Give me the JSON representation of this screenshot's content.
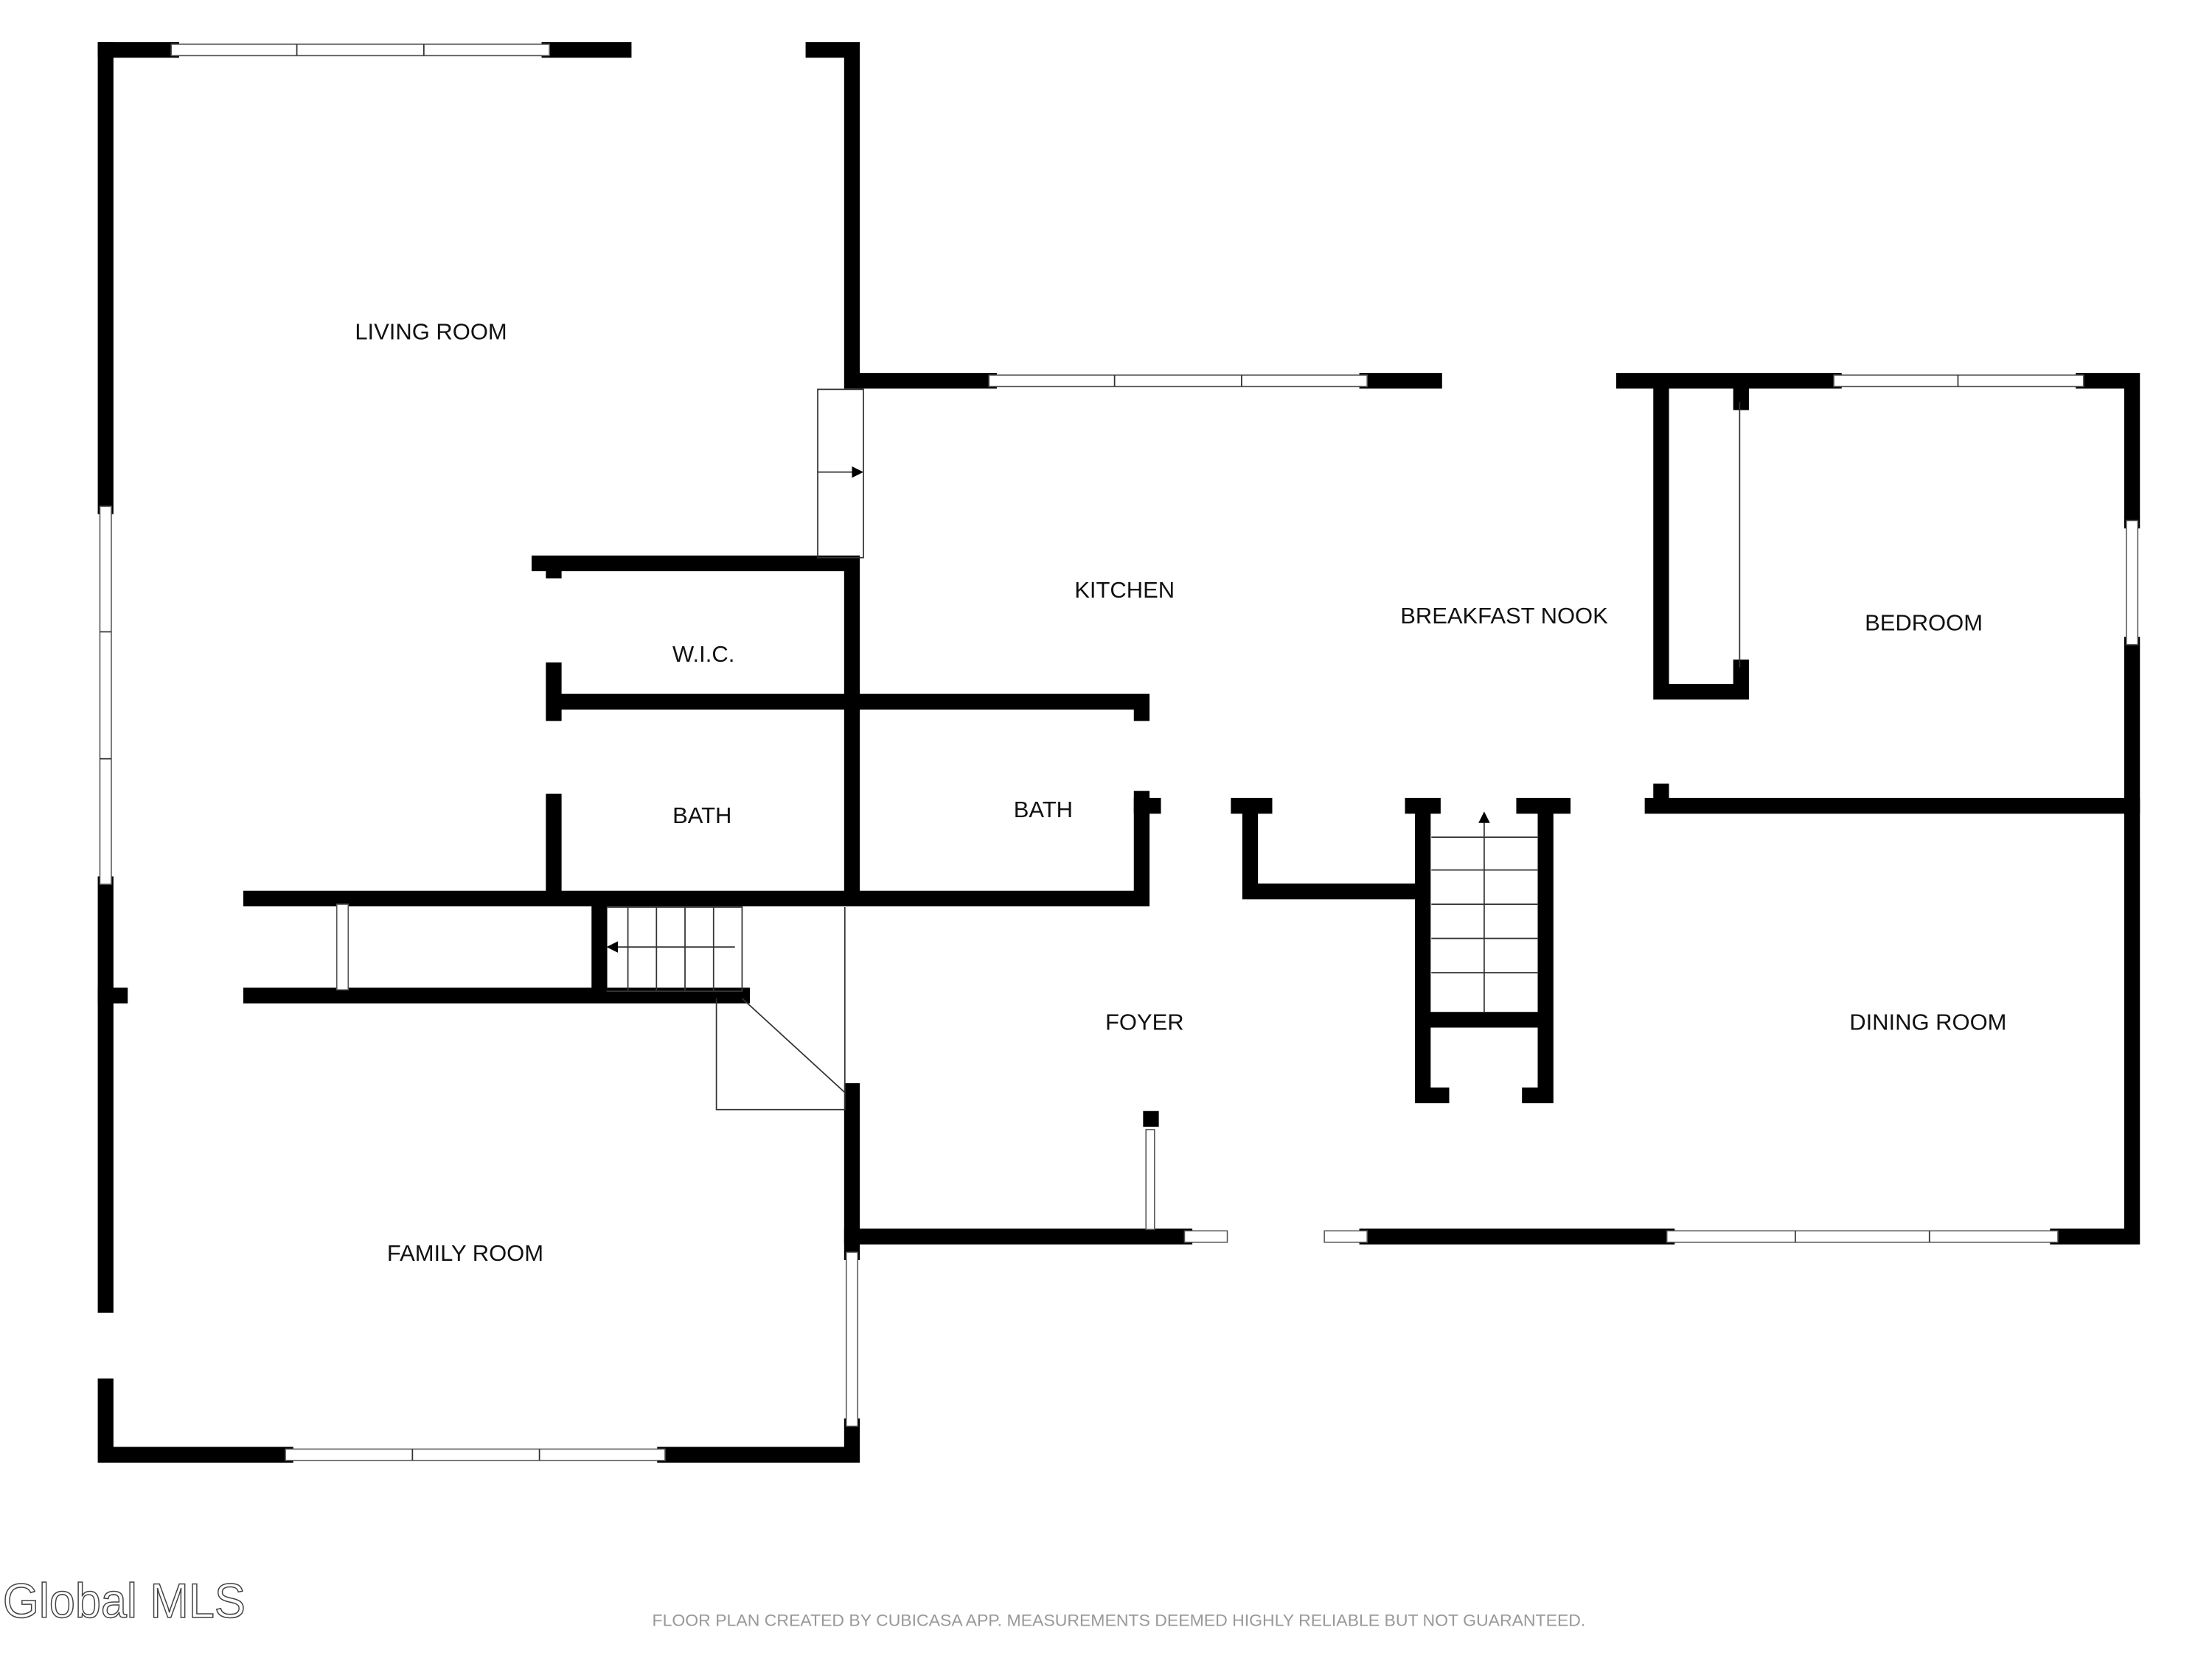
{
  "rooms": {
    "living_room": "LIVING ROOM",
    "kitchen": "KITCHEN",
    "breakfast_nook": "BREAKFAST NOOK",
    "bedroom": "BEDROOM",
    "wic": "W.I.C.",
    "bath_1": "BATH",
    "bath_2": "BATH",
    "foyer": "FOYER",
    "dining_room": "DINING ROOM",
    "family_room": "FAMILY ROOM"
  },
  "footer": {
    "logo": "Global MLS",
    "disclaimer": "FLOOR PLAN CREATED BY CUBICASA APP. MEASUREMENTS DEEMED HIGHLY RELIABLE BUT NOT GUARANTEED."
  }
}
